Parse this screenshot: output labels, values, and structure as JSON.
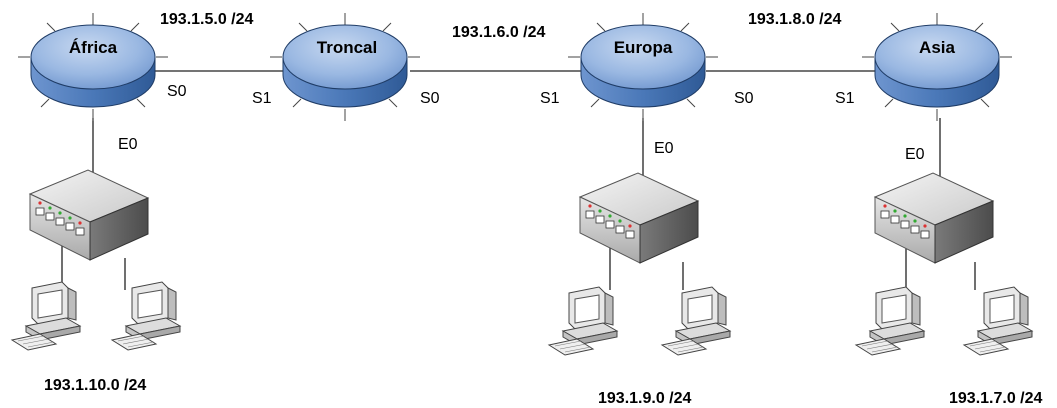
{
  "routers": [
    {
      "id": "africa",
      "name": "África"
    },
    {
      "id": "troncal",
      "name": "Troncal"
    },
    {
      "id": "europa",
      "name": "Europa"
    },
    {
      "id": "asia",
      "name": "Asia"
    }
  ],
  "networks": {
    "africa_troncal": "193.1.5.0 /24",
    "troncal_europa": "193.1.6.0 /24",
    "europa_asia": "193.1.8.0 /24",
    "africa_lan": "193.1.10.0 /24",
    "europa_lan": "193.1.9.0 /24",
    "asia_lan": "193.1.7.0 /24"
  },
  "interfaces": {
    "africa_s0": "S0",
    "troncal_s1": "S1",
    "troncal_s0": "S0",
    "europa_s1": "S1",
    "europa_s0": "S0",
    "asia_s1": "S1",
    "africa_e0": "E0",
    "europa_e0": "E0",
    "asia_e0": "E0"
  },
  "colors": {
    "router_top": "#8fb0dc",
    "router_side": "#4a78b8",
    "link": "#222222"
  }
}
